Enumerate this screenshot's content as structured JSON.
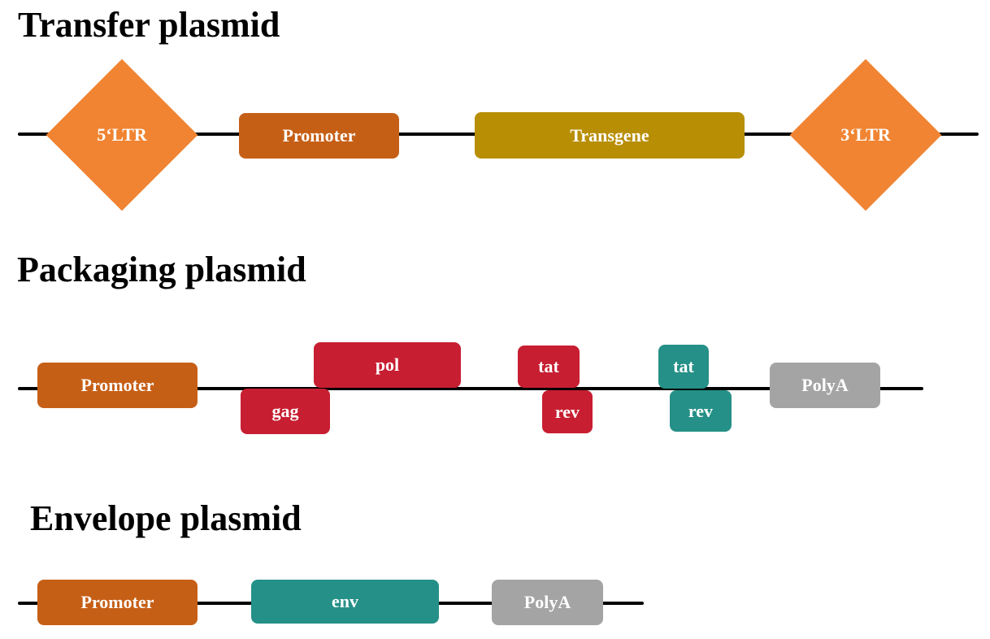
{
  "colors": {
    "ltr": "#F08432",
    "promoter": "#C65F16",
    "transgene": "#B88E04",
    "viral_red": "#C71E31",
    "viral_teal": "#259087",
    "polya": "#A4A4A4",
    "backbone": "#000000"
  },
  "transfer_plasmid": {
    "title": "Transfer plasmid",
    "ltr5": "5‘LTR",
    "promoter": "Promoter",
    "transgene": "Transgene",
    "ltr3": "3‘LTR"
  },
  "packaging_plasmid": {
    "title": "Packaging plasmid",
    "promoter": "Promoter",
    "gag": "gag",
    "pol": "pol",
    "tat_red": "tat",
    "rev_red": "rev",
    "tat_teal": "tat",
    "rev_teal": "rev",
    "polya": "PolyA"
  },
  "envelope_plasmid": {
    "title": "Envelope plasmid",
    "promoter": "Promoter",
    "env": "env",
    "polya": "PolyA"
  }
}
